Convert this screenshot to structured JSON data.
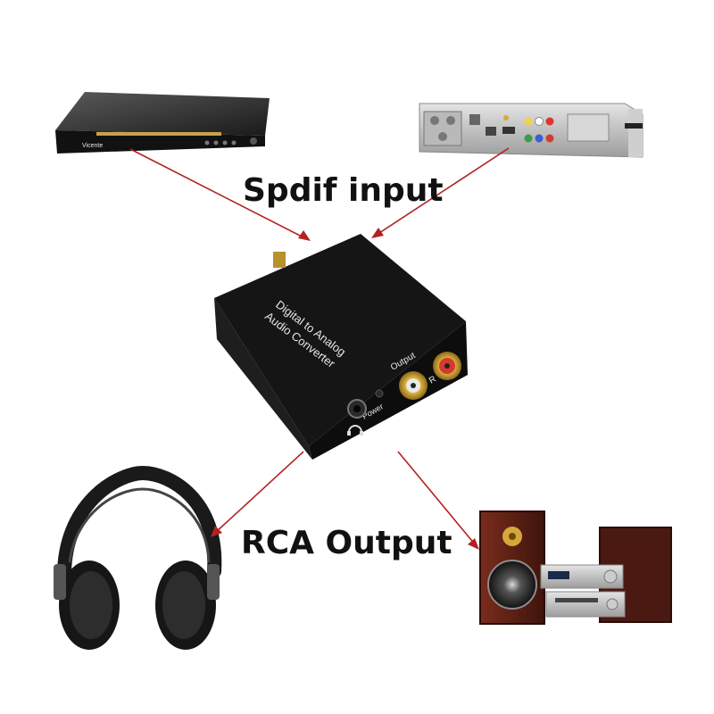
{
  "labels": {
    "spdif_input": "Spdif input",
    "rca_output": "RCA Output"
  },
  "converter": {
    "title_line1": "Digital to Analog",
    "title_line2": "Audio Converter",
    "output_label": "Output",
    "power_label": "Power",
    "right_channel": "R"
  },
  "dvd_player": {
    "brand": "Vicente"
  },
  "colors": {
    "arrow": "#b22222",
    "text": "#111111",
    "device_black": "#1b1b1b",
    "rca_red": "#c0392b",
    "wood": "#5a1f14"
  }
}
